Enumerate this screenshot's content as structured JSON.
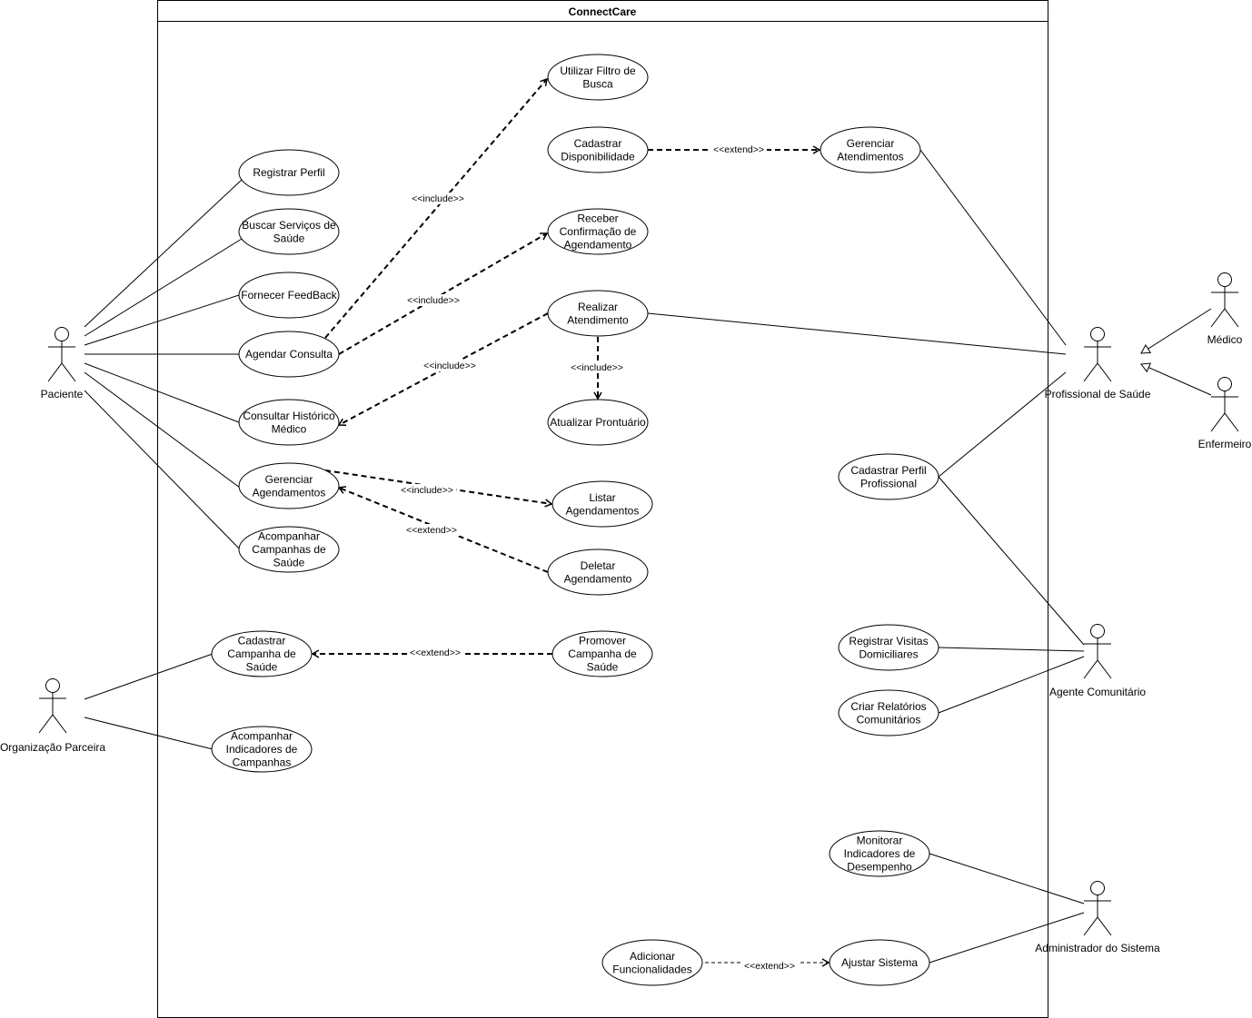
{
  "system": {
    "title": "ConnectCare"
  },
  "actors": {
    "paciente": "Paciente",
    "organizacao": "Organização Parceira",
    "profissional": "Profissional de Saúde",
    "medico": "Médico",
    "enfermeiro": "Enfermeiro",
    "agente": "Agente Comunitário",
    "admin": "Administrador do Sistema"
  },
  "use_cases": {
    "registrar_perfil": [
      "Registrar Perfil"
    ],
    "buscar_servicos": [
      "Buscar Serviços de",
      "Saúde"
    ],
    "fornecer_feedback": [
      "Fornecer FeedBack"
    ],
    "agendar_consulta": [
      "Agendar Consulta"
    ],
    "consultar_historico": [
      "Consultar Histórico",
      "Médico"
    ],
    "gerenciar_agendamentos": [
      "Gerenciar",
      "Agendamentos"
    ],
    "acompanhar_campanhas": [
      "Acompanhar",
      "Campanhas de",
      "Saúde"
    ],
    "cadastrar_campanha": [
      "Cadastrar",
      "Campanha de",
      "Saúde"
    ],
    "acompanhar_indicadores": [
      "Acompanhar",
      "Indicadores de",
      "Campanhas"
    ],
    "utilizar_filtro": [
      "Utilizar Filtro de",
      "Busca"
    ],
    "cadastrar_disponibilidade": [
      "Cadastrar",
      "Disponibilidade"
    ],
    "receber_confirmacao": [
      "Receber",
      "Confirmação de",
      "Agendamento"
    ],
    "realizar_atendimento": [
      "Realizar",
      "Atendimento"
    ],
    "atualizar_prontuario": [
      "Atualizar Prontuário"
    ],
    "listar_agendamentos": [
      "Listar",
      "Agendamentos"
    ],
    "deletar_agendamento": [
      "Deletar",
      "Agendamento"
    ],
    "promover_campanha": [
      "Promover",
      "Campanha de",
      "Saúde"
    ],
    "adicionar_funcionalidades": [
      "Adicionar",
      "Funcionalidades"
    ],
    "gerenciar_atendimentos": [
      "Gerenciar",
      "Atendimentos"
    ],
    "cadastrar_perfil_prof": [
      "Cadastrar Perfil",
      "Profissional"
    ],
    "registrar_visitas": [
      "Registrar Visitas",
      "Domiciliares"
    ],
    "criar_relatorios": [
      "Criar Relatórios",
      "Comunitários"
    ],
    "monitorar_indicadores": [
      "Monitorar",
      "Indicadores de",
      "Desempenho"
    ],
    "ajustar_sistema": [
      "Ajustar Sistema"
    ]
  },
  "relationships": {
    "include": "<<include>>",
    "extend": "<<extend>>"
  }
}
